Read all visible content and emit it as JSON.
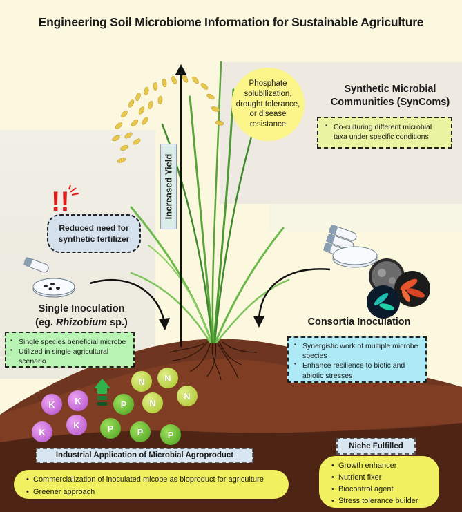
{
  "title": "Engineering Soil Microbiome Information for Sustainable Agriculture",
  "axis_label": "Increased Yield",
  "traits_circle": "Phosphate solubilization, drought tolerance, or disease resistance",
  "syncoms": {
    "title_line1": "Synthetic Microbial",
    "title_line2": "Communities (SynComs)",
    "items": [
      "Co-culturing different microbial taxa under specific conditions"
    ]
  },
  "reduced_need": "Reduced need for synthetic fertilizer",
  "single": {
    "title_line1": "Single Inoculation",
    "title_prefix": "(eg. ",
    "title_italic": "Rhizobium",
    "title_suffix": " sp.)",
    "items": [
      "Single species beneficial microbe",
      "Utilized in single agricultural scenario"
    ]
  },
  "consortia": {
    "title": "Consortia Inoculation",
    "items": [
      "Synergistic work of multiple microbe species",
      "Enhance resilience to biotic and abiotic stresses"
    ]
  },
  "industrial": {
    "label": "Industrial Application of Microbial Agroproduct",
    "items": [
      "Commercialization of inoculated micobe as bioproduct for agriculture",
      "Greener approach"
    ]
  },
  "niche": {
    "label": "Niche Fulfilled",
    "items": [
      "Growth enhancer",
      "Nutrient fixer",
      "Biocontrol agent",
      "Stress tolerance builder"
    ]
  },
  "nutrients": {
    "K": "K",
    "N": "N",
    "P": "P"
  },
  "colors": {
    "soil_dark": "#5a2a17",
    "soil_mid": "#7a3b22",
    "potassium": "#c25ad8",
    "nitrogen": "#b7d23a",
    "phosphorus": "#6cbc2f",
    "green_arrow": "#2fb34a"
  },
  "icons": [
    "exclamation-icon",
    "test-tube-icon",
    "petri-dish-icon",
    "microbe-image-icon",
    "curved-arrow-icon",
    "up-arrow-icon"
  ]
}
